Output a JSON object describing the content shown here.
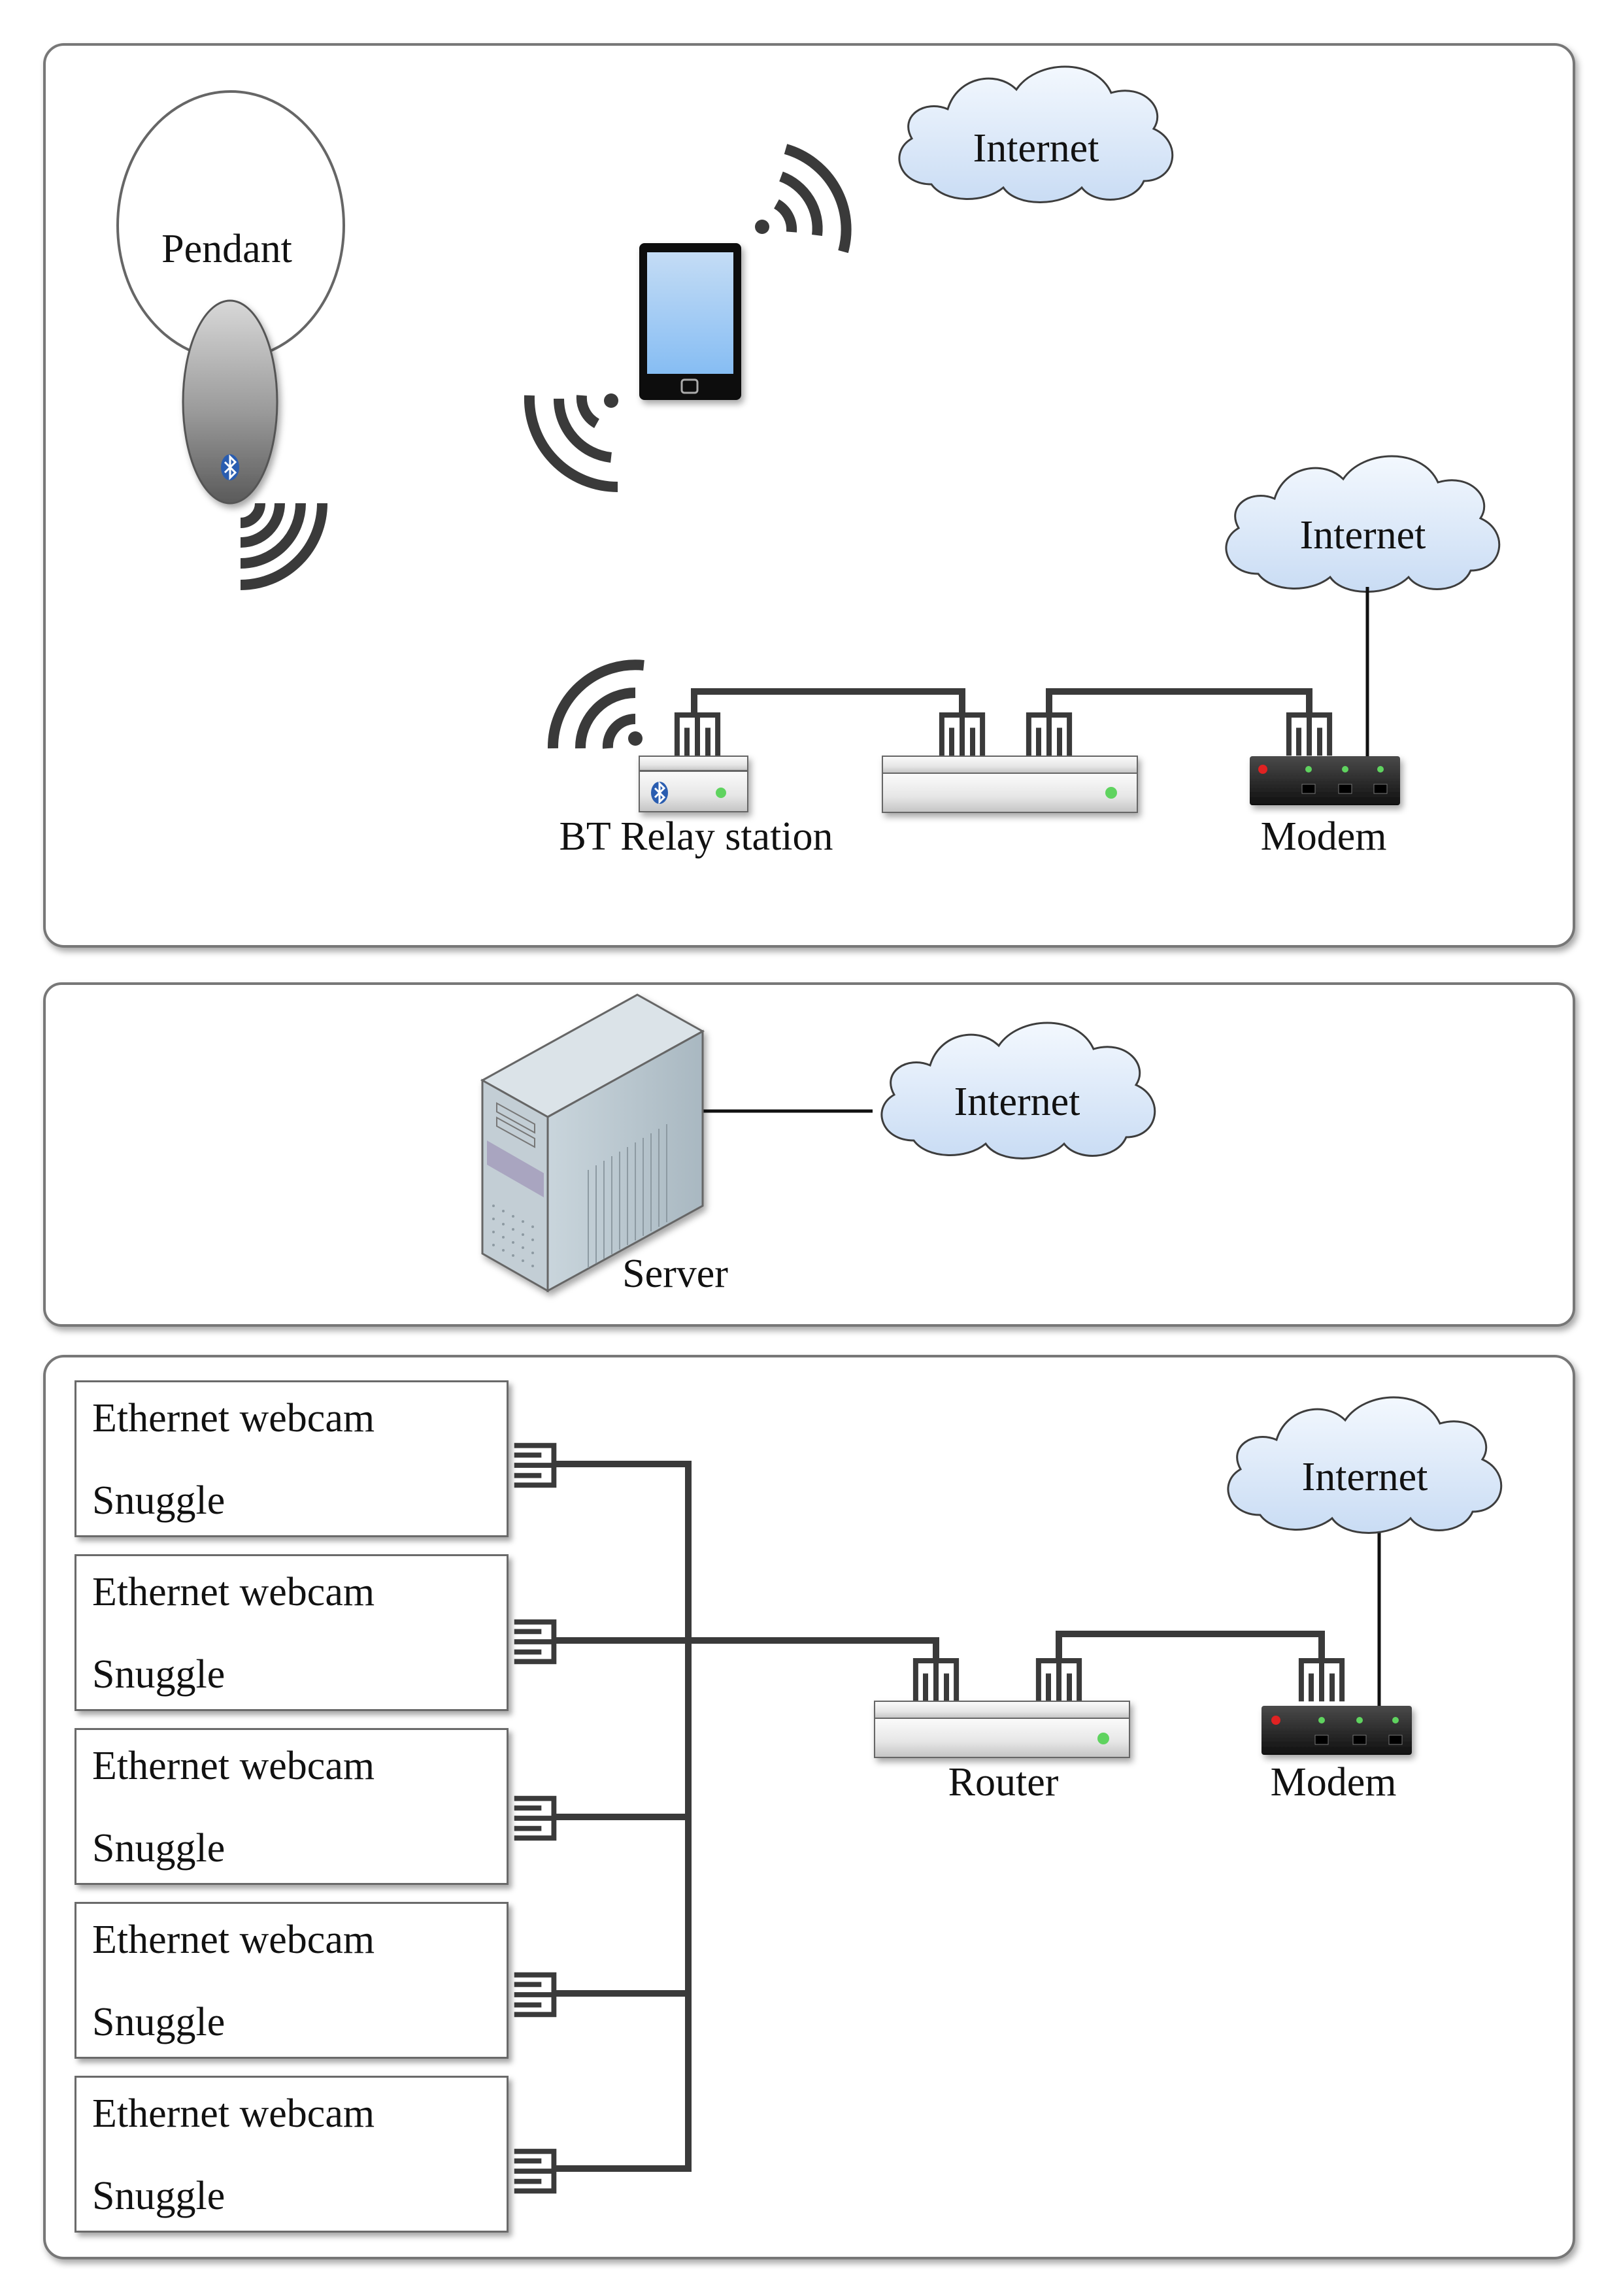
{
  "panels": {
    "top": {
      "pendant_label": "Pendant",
      "internet_upper_label": "Internet",
      "internet_right_label": "Internet",
      "relay_label": "BT Relay station",
      "modem_label": "Modem"
    },
    "middle": {
      "server_label": "Server",
      "internet_label": "Internet"
    },
    "bottom": {
      "internet_label": "Internet",
      "router_label": "Router",
      "modem_label": "Modem",
      "devices": [
        {
          "line1": "Ethernet webcam",
          "line2": "Snuggle"
        },
        {
          "line1": "Ethernet webcam",
          "line2": "Snuggle"
        },
        {
          "line1": "Ethernet webcam",
          "line2": "Snuggle"
        },
        {
          "line1": "Ethernet webcam",
          "line2": "Snuggle"
        },
        {
          "line1": "Ethernet webcam",
          "line2": "Snuggle"
        }
      ]
    }
  },
  "colors": {
    "cloud_fill": "#dde9f8",
    "cable": "#3a3a3a",
    "led_green": "#5fd35f",
    "led_red": "#e02020",
    "bluetooth": "#2a5db0",
    "phone_screen": "#9cc8f4"
  },
  "icons": [
    "cloud-icon",
    "phone-icon",
    "wifi-signal-icon",
    "bluetooth-icon",
    "router-icon",
    "modem-icon",
    "server-tower-icon",
    "ethernet-plug-icon"
  ]
}
